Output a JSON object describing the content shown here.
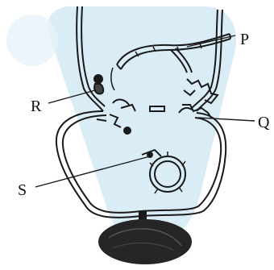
{
  "labels": {
    "p": "P",
    "q": "Q",
    "r": "R",
    "s": "S"
  },
  "colors": {
    "ink": "#1a1a1a",
    "watermark": "#cfe6f2",
    "nucleus": "#262626"
  }
}
